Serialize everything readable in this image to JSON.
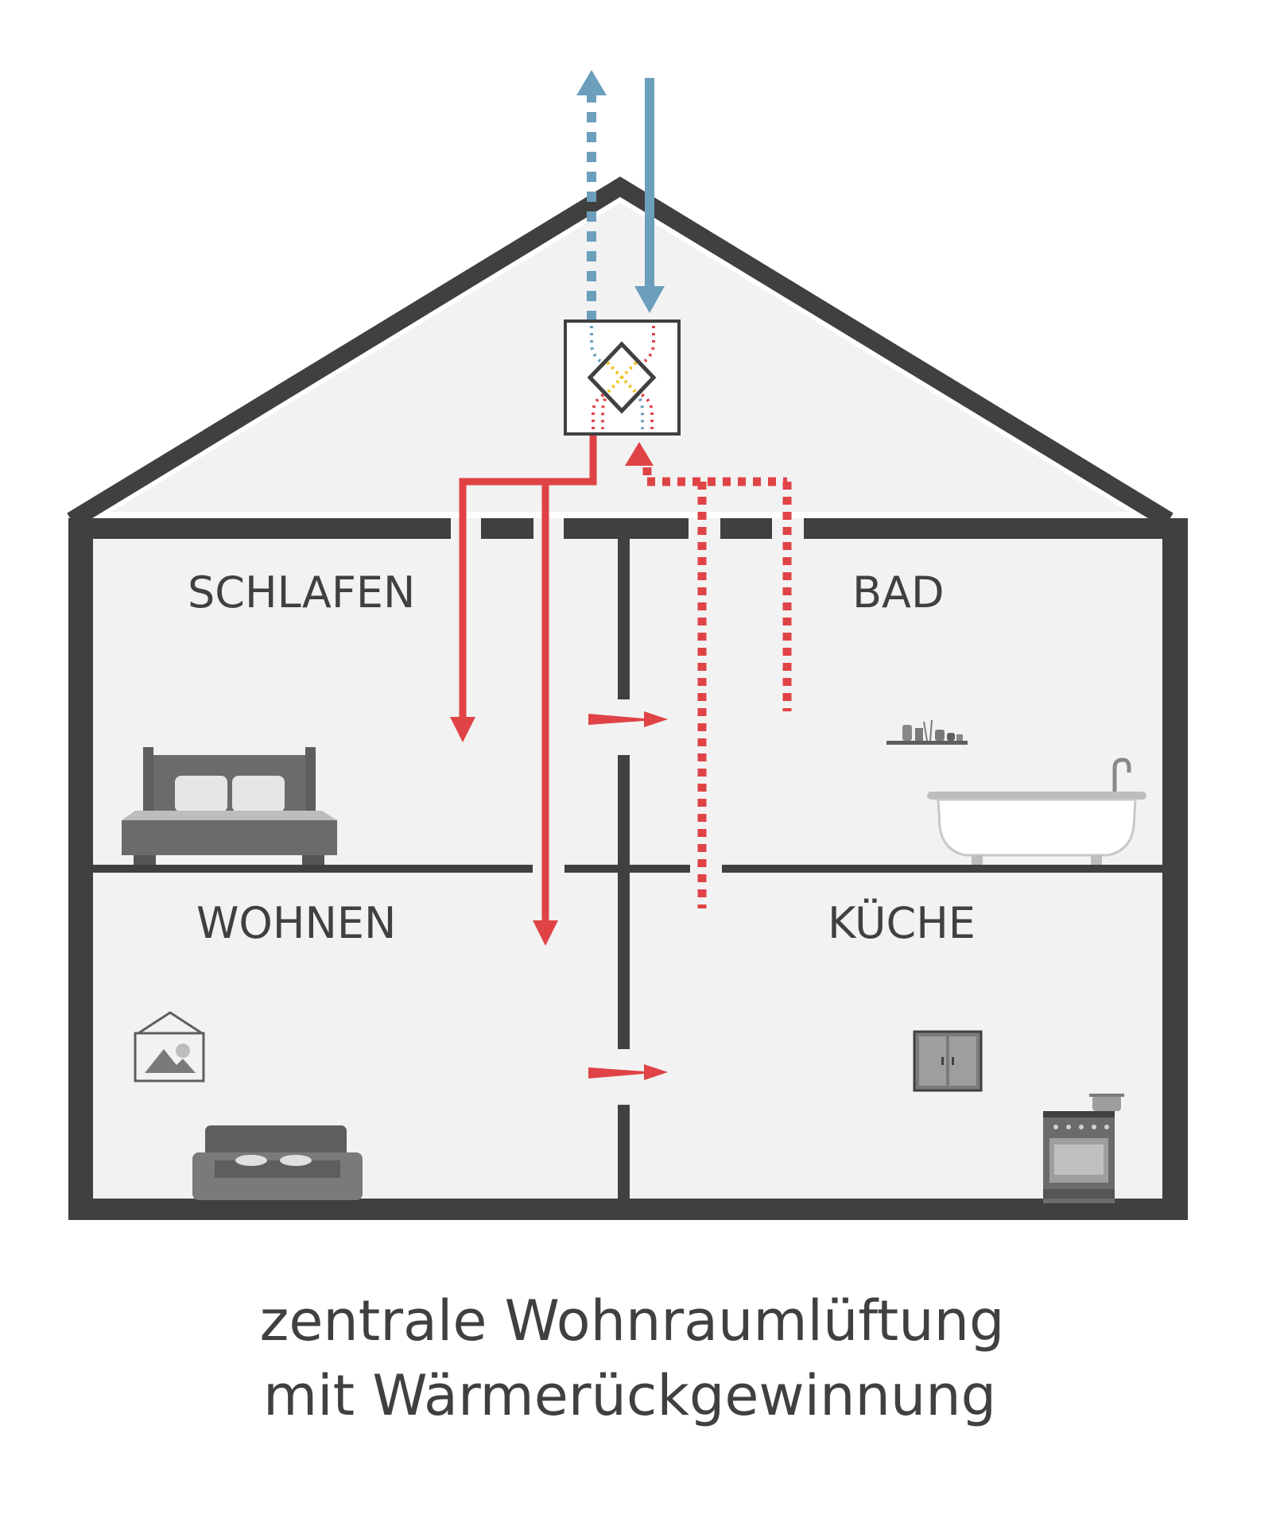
{
  "rooms": {
    "schlafen": "SCHLAFEN",
    "bad": "BAD",
    "wohnen": "WOHNEN",
    "kueche": "KÜCHE"
  },
  "caption": {
    "line1": "zentrale Wohnraumlüftung",
    "line2": "mit Wärmerückgewinnung"
  },
  "colors": {
    "wall": "#404040",
    "room_fill": "#f2f2f2",
    "supply_air": "#e04346",
    "outdoor_air": "#6b9fbc",
    "furniture": "#7a7a7a",
    "heat_exchange": "#f2c418"
  },
  "icons": [
    "heat-recovery-unit-icon",
    "bed-icon",
    "picture-frame-icon",
    "sofa-icon",
    "bathtub-icon",
    "bathroom-shelf-icon",
    "kitchen-cabinet-icon",
    "stove-icon"
  ]
}
